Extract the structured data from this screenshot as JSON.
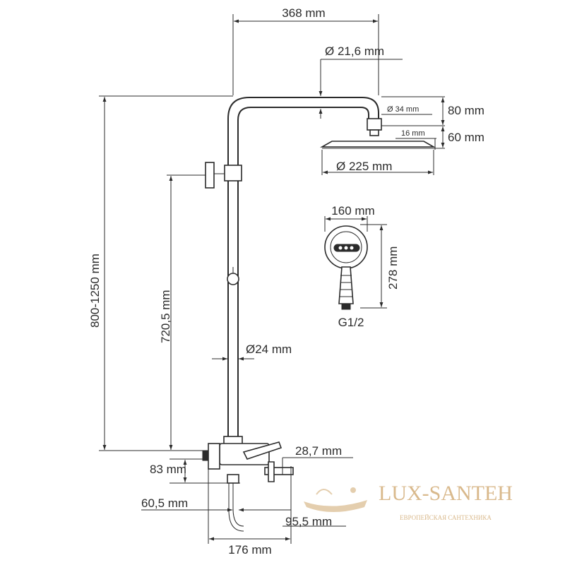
{
  "dimensions": {
    "width_368": "368 mm",
    "pipe_21_6": "Ø 21,6 mm",
    "nut_34": "Ø 34 mm",
    "h_80": "80 mm",
    "plate_16": "16 mm",
    "h_60": "60 mm",
    "head_225": "Ø 225 mm",
    "hand_160": "160 mm",
    "hand_278": "278 mm",
    "thread": "G1/2",
    "height_800_1250": "800-1250 mm",
    "height_720_5": "720,5 mm",
    "rod_24": "Ø24 mm",
    "h_28_7": "28,7 mm",
    "h_83": "83 mm",
    "w_60_5": "60,5 mm",
    "w_95_5": "95,5 mm",
    "w_176": "176 mm"
  },
  "watermark": {
    "brand": "LUX-SANTEH",
    "tagline": "ЕВРОПЕЙСКАЯ САНТЕХНИКА",
    "color": "#d9b98c"
  },
  "colors": {
    "stroke": "#2b2b2b",
    "background": "#ffffff"
  }
}
